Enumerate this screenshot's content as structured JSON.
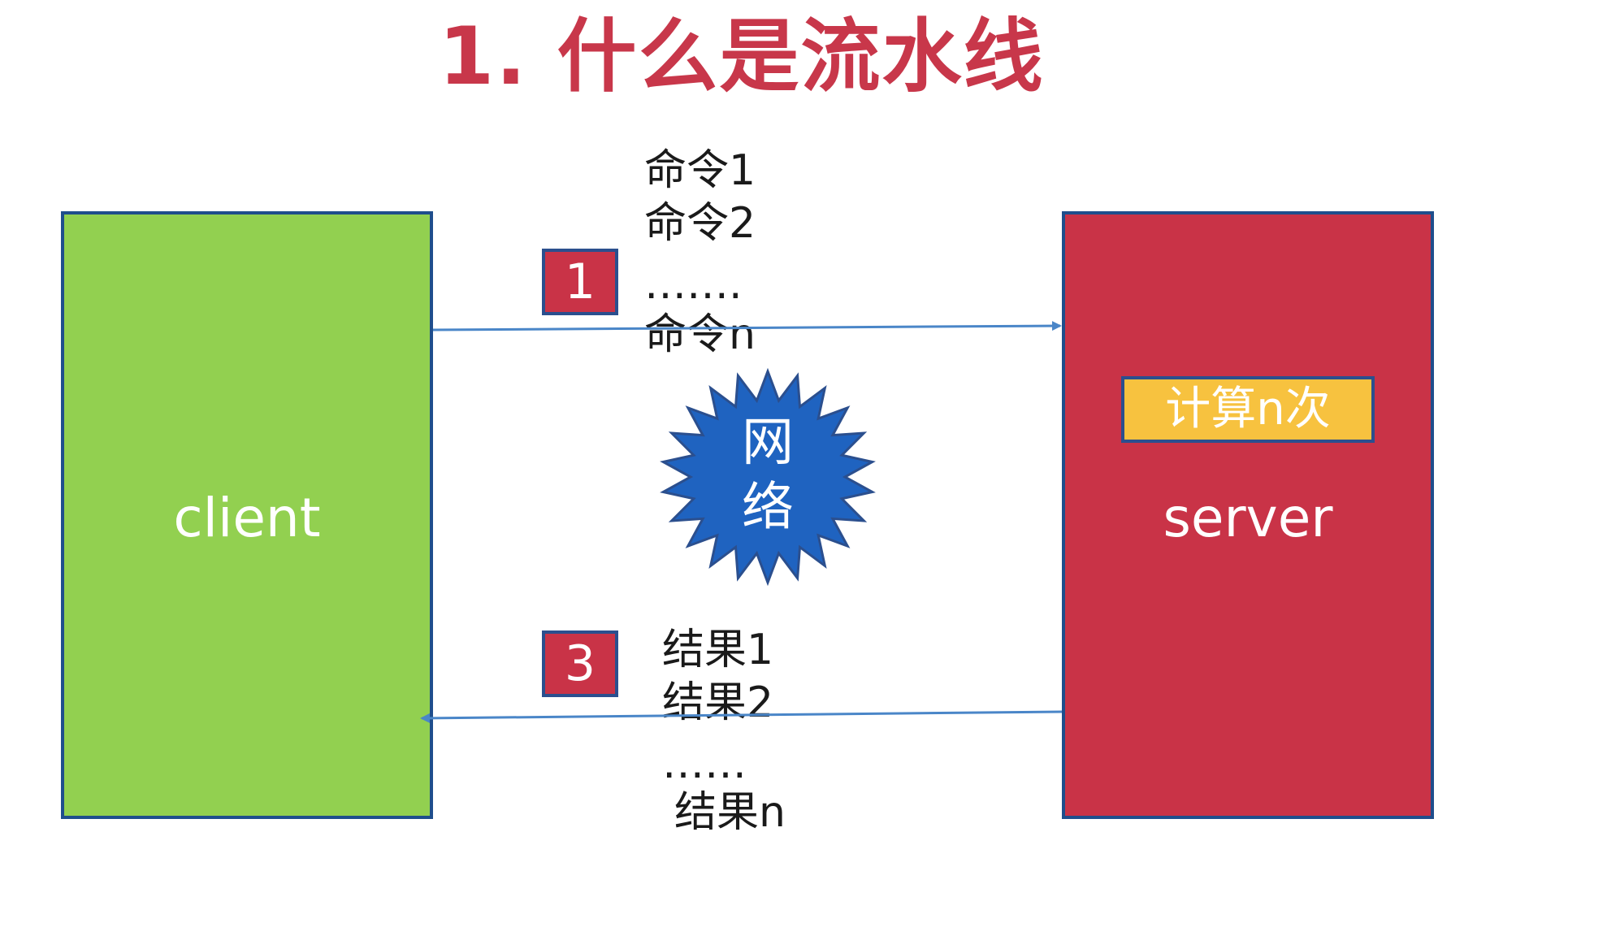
{
  "title": "1. 什么是流水线",
  "client": {
    "label": "client"
  },
  "server": {
    "label": "server",
    "compute": "计算n次"
  },
  "steps": {
    "send": "1",
    "receive": "3"
  },
  "commands": [
    "命令1",
    "命令2",
    "…….",
    "命令n"
  ],
  "results": [
    "结果1",
    "结果2",
    "……",
    "结果n"
  ],
  "network": {
    "line1": "网",
    "line2": "络"
  },
  "colors": {
    "title": "#c8374a",
    "client": "#92d050",
    "server": "#c93347",
    "border": "#1f4e8c",
    "compute": "#f7c23f",
    "network": "#1f63c0",
    "arrow": "#4a86c8"
  }
}
